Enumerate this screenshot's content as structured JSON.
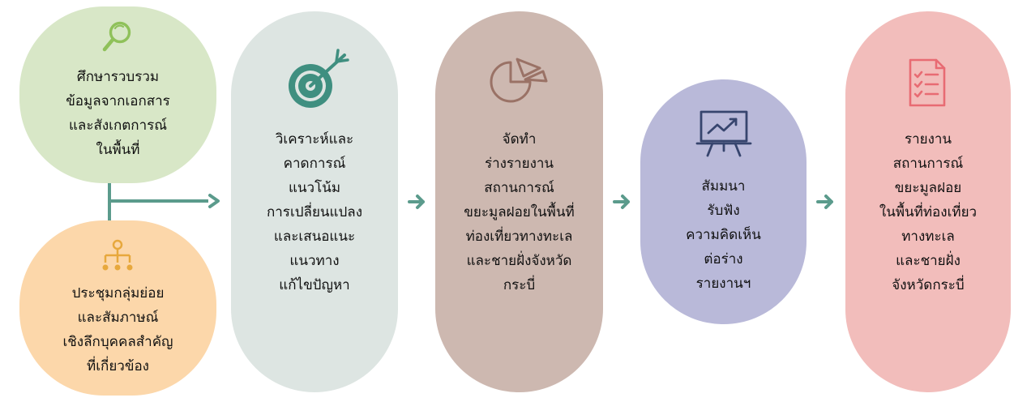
{
  "steps": [
    {
      "lines": [
        "ศึกษารวบรวม",
        "ข้อมูลจากเอกสาร",
        "และสังเกตการณ์",
        "ในพื้นที่"
      ],
      "icon": "magnifier-icon",
      "color": "#d8e7c7"
    },
    {
      "lines": [
        "ประชุมกลุ่มย่อย",
        "และสัมภาษณ์",
        "เชิงลึกบุคคลสำคัญ",
        "ที่เกี่ยวข้อง"
      ],
      "icon": "hierarchy-icon",
      "color": "#fcd7aa"
    },
    {
      "lines": [
        "วิเคราะห์และ",
        "คาดการณ์",
        "แนวโน้ม",
        "การเปลี่ยนแปลง",
        "และเสนอแนะ",
        "แนวทาง",
        "แก้ไขปัญหา"
      ],
      "icon": "target-icon",
      "color": "#dde5e2"
    },
    {
      "lines": [
        "จัดทำ",
        "ร่างรายงาน",
        "สถานการณ์",
        "ขยะมูลฝอยในพื้นที่",
        "ท่องเที่ยวทางทะเล",
        "และชายฝั่งจังหวัด",
        "กระบี่"
      ],
      "icon": "pie-chart-icon",
      "color": "#cdb8b0"
    },
    {
      "lines": [
        "สัมมนา",
        "รับฟัง",
        "ความคิดเห็น",
        "ต่อร่าง",
        "รายงานฯ"
      ],
      "icon": "presentation-board-icon",
      "color": "#b9b9d9"
    },
    {
      "lines": [
        "รายงาน",
        "สถานการณ์",
        "ขยะมูลฝอย",
        "ในพื้นที่ท่องเที่ยว",
        "ทางทะเล",
        "และชายฝั่ง",
        "จังหวัดกระบี่"
      ],
      "icon": "checklist-icon",
      "color": "#f2bdbb"
    }
  ],
  "colors": {
    "connector": "#5b9b8c",
    "magnifier": "#8fc15a",
    "hierarchy": "#e7a83d",
    "target": "#3f8f80",
    "pie": "#9a7266",
    "board": "#37456e",
    "checklist": "#e86b73"
  }
}
